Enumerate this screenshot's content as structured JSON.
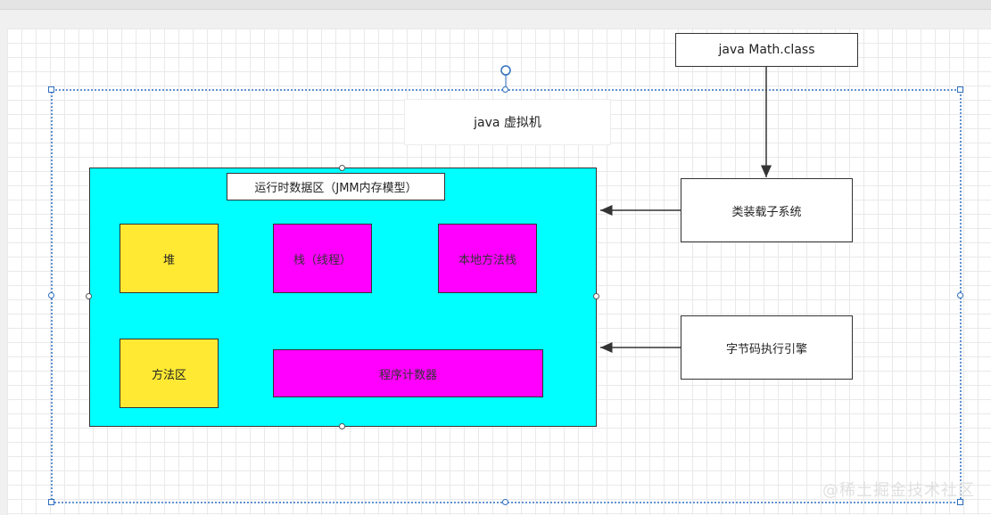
{
  "diagram": {
    "class_file": "java Math.class",
    "jvm_label": "java 虚拟机",
    "runtime_area_label": "运行时数据区（JMM内存模型）",
    "heap": "堆",
    "stack": "栈（线程）",
    "native_stack": "本地方法栈",
    "method_area": "方法区",
    "program_counter": "程序计数器",
    "class_loader": "类装载子系统",
    "execution_engine": "字节码执行引擎"
  },
  "colors": {
    "runtime_area": "#00ffff",
    "heap": "#ffe933",
    "stack": "#ff00ff",
    "selection": "#2f6fbf"
  },
  "watermark": "@稀土掘金技术社区"
}
